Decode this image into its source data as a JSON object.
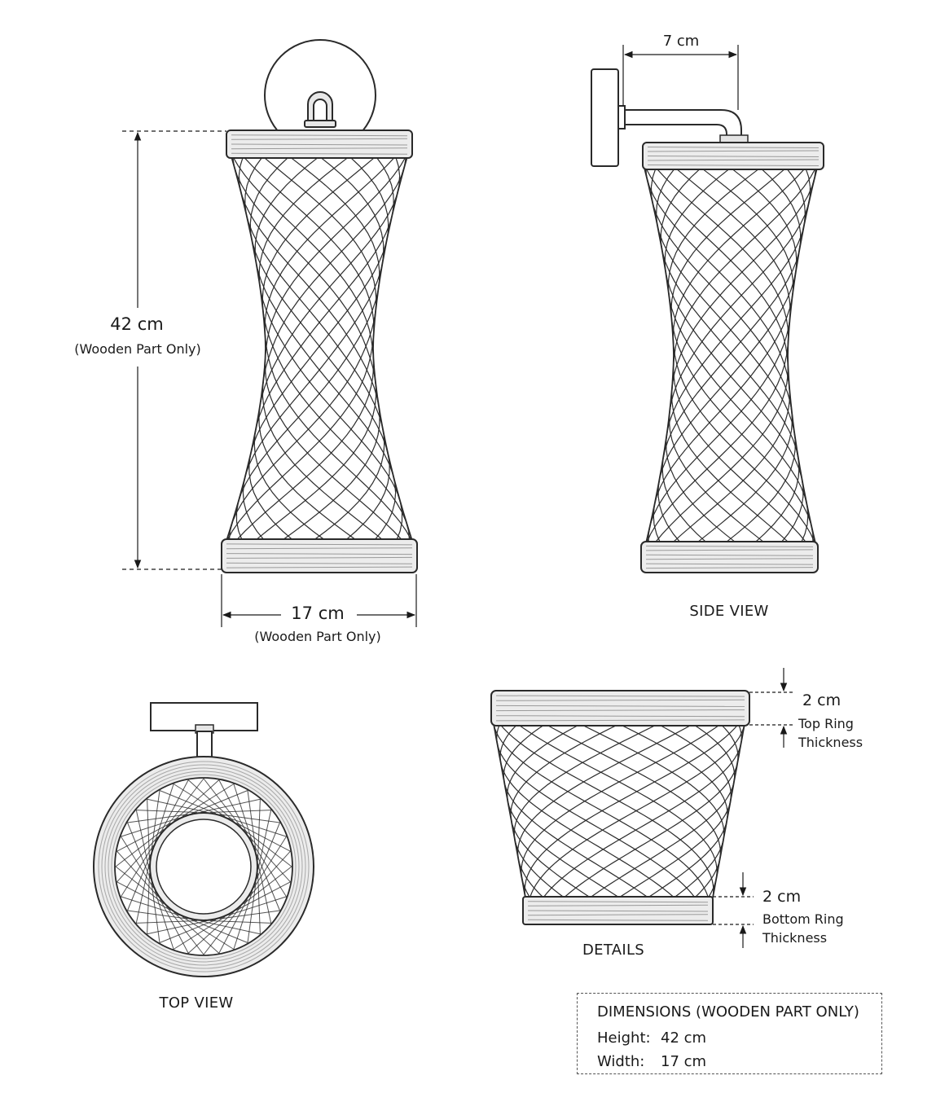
{
  "front_view": {
    "height_value": "42 cm",
    "height_note": "(Wooden Part Only)",
    "width_value": "17 cm",
    "width_note": "(Wooden Part Only)"
  },
  "side_view": {
    "arm_value": "7 cm",
    "caption": "SIDE VIEW"
  },
  "top_view": {
    "caption": "TOP VIEW"
  },
  "details": {
    "caption": "DETAILS",
    "top_ring_value": "2 cm",
    "top_ring_label_1": "Top Ring",
    "top_ring_label_2": "Thickness",
    "bottom_ring_value": "2 cm",
    "bottom_ring_label_1": "Bottom Ring",
    "bottom_ring_label_2": "Thickness"
  },
  "dimensions_box": {
    "title": "DIMENSIONS (WOODEN PART ONLY)",
    "rows": [
      {
        "key": "Height:",
        "value": "42 cm"
      },
      {
        "key": "Width:",
        "value": "17 cm"
      }
    ]
  },
  "colors": {
    "line": "#2a2a2a",
    "wood": "#ececec"
  }
}
